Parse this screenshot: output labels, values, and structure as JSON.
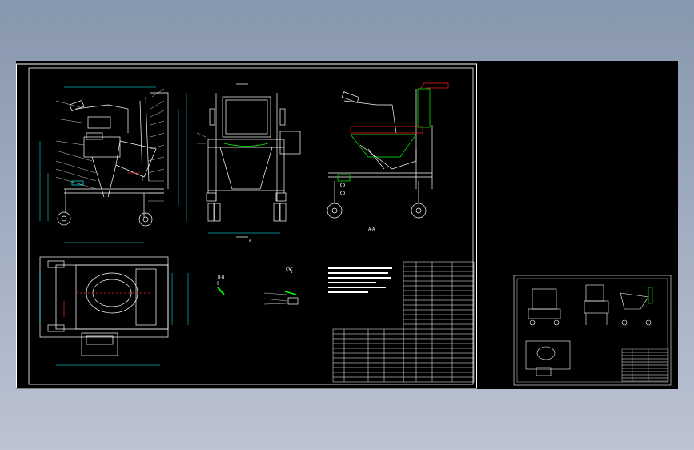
{
  "drawing": {
    "title": "",
    "view_labels": {
      "section_main": "A-A",
      "section_a": "A",
      "section_b": "B-B",
      "section_c": "C-C"
    },
    "colors": {
      "background": "#000000",
      "line": "#ffffff",
      "cyan": "#00ffff",
      "green": "#00ff00",
      "red": "#ff2020",
      "yellow": "#ffff00",
      "magenta": "#ff00ff",
      "viewport_bg": "#8f9db2"
    }
  }
}
